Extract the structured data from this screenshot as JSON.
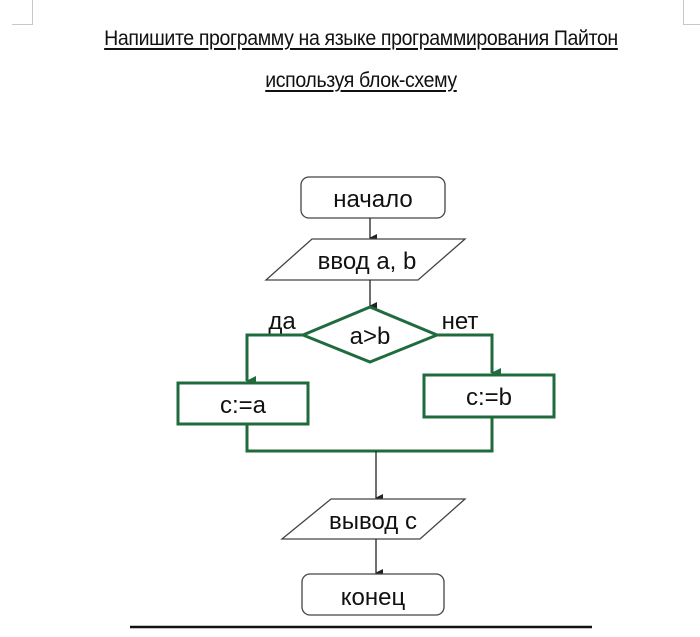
{
  "document": {
    "title_line_1": "Напишите программу на языке программирования Пайтон",
    "title_line_2": "используя блок-схему"
  },
  "flowchart": {
    "colors": {
      "outline": "#333333",
      "branch": "#1f6b3e",
      "text": "#111111"
    },
    "nodes": {
      "start": "начало",
      "input": "ввод a, b",
      "condition": "a>b",
      "assign_yes": "c:=a",
      "assign_no": "c:=b",
      "output": "вывод с",
      "end": "конец"
    },
    "branch_labels": {
      "yes": "да",
      "no": "нет"
    }
  }
}
